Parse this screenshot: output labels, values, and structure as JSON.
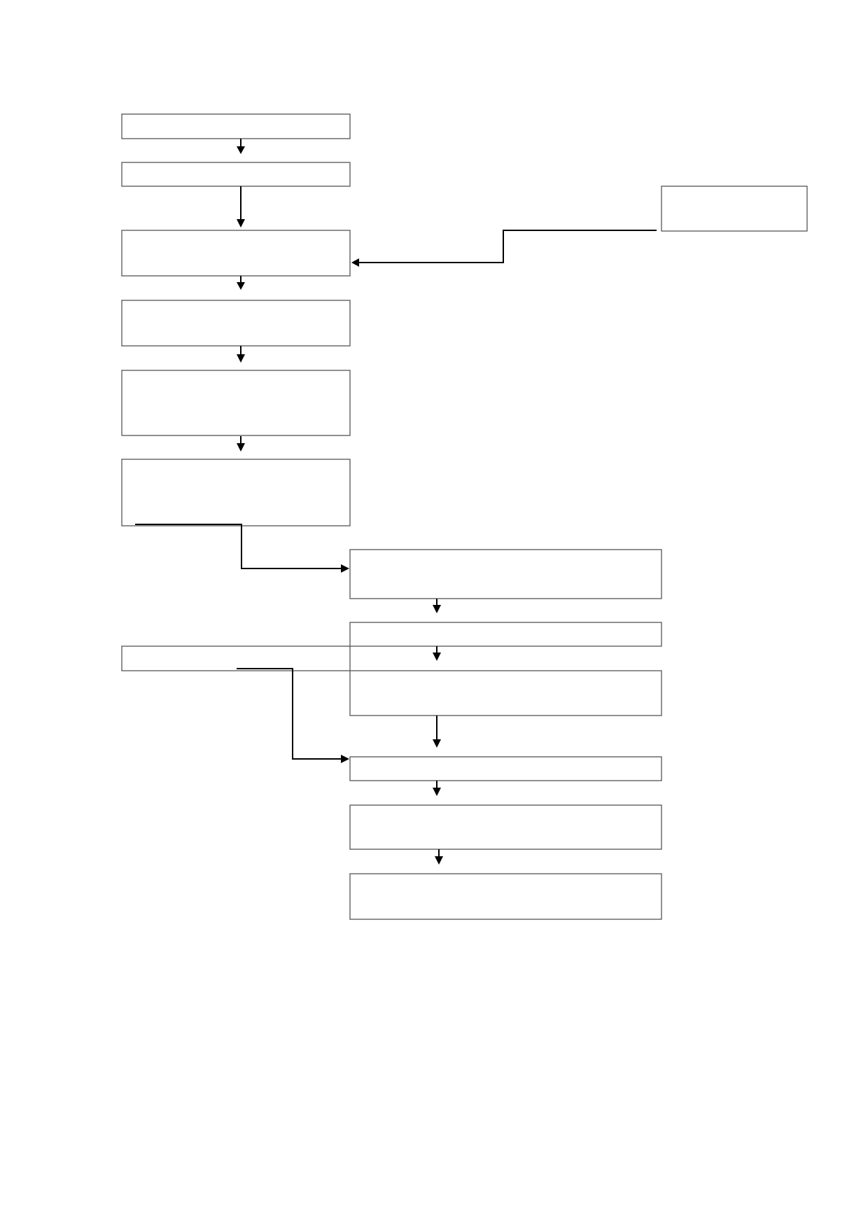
{
  "diagram": {
    "type": "flowchart",
    "nodes": [
      {
        "id": "n1",
        "label": ""
      },
      {
        "id": "n2",
        "label": ""
      },
      {
        "id": "n3",
        "label": ""
      },
      {
        "id": "n4",
        "label": ""
      },
      {
        "id": "n5",
        "label": ""
      },
      {
        "id": "n6",
        "label": ""
      },
      {
        "id": "side",
        "label": ""
      },
      {
        "id": "n7",
        "label": ""
      },
      {
        "id": "n8",
        "label": ""
      },
      {
        "id": "n9",
        "label": ""
      },
      {
        "id": "n10",
        "label": ""
      },
      {
        "id": "n11",
        "label": ""
      },
      {
        "id": "n12",
        "label": ""
      },
      {
        "id": "n13",
        "label": ""
      }
    ],
    "edges": [
      {
        "from": "n1",
        "to": "n2"
      },
      {
        "from": "n2",
        "to": "n3"
      },
      {
        "from": "side",
        "to": "n3"
      },
      {
        "from": "n3",
        "to": "n4"
      },
      {
        "from": "n4",
        "to": "n5"
      },
      {
        "from": "n5",
        "to": "n6"
      },
      {
        "from": "n6",
        "to": "n7"
      },
      {
        "from": "n7",
        "to": "n8"
      },
      {
        "from": "n8",
        "to": "n10"
      },
      {
        "from": "n10",
        "to": "n11"
      },
      {
        "from": "n9",
        "to": "n11"
      },
      {
        "from": "n11",
        "to": "n12"
      },
      {
        "from": "n12",
        "to": "n13"
      }
    ]
  }
}
